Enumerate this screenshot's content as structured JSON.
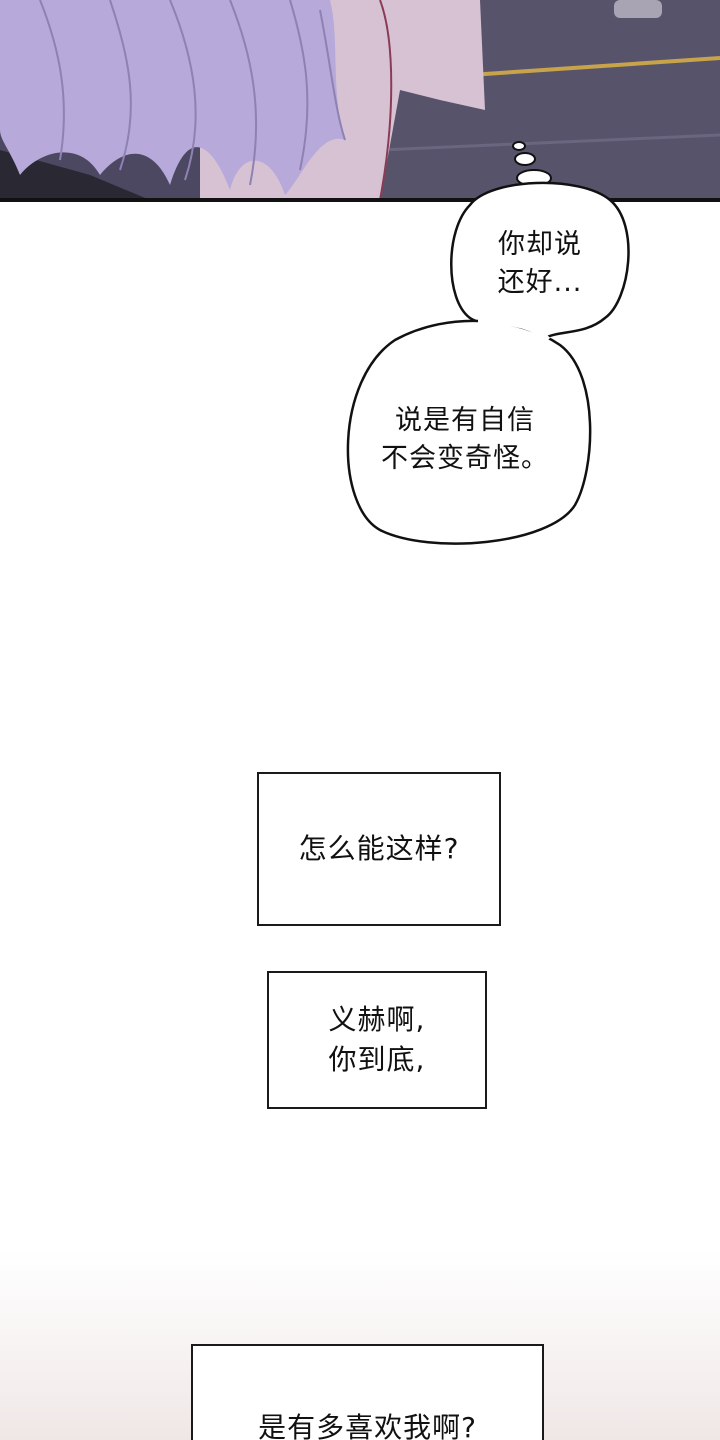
{
  "thought_bubbles": [
    {
      "text": "你却说\n还好..."
    },
    {
      "text": "说是有自信\n不会变奇怪。"
    }
  ],
  "narration_boxes": [
    {
      "text": "怎么能这样?"
    },
    {
      "text": "义赫啊,\n你到底,"
    },
    {
      "text": "是有多喜欢我啊?"
    }
  ],
  "colors": {
    "hair": "#b7a9d9",
    "background_panel": "#4e4a63",
    "road_stripe": "#c7a34a",
    "skin": "#d7c2d4"
  }
}
